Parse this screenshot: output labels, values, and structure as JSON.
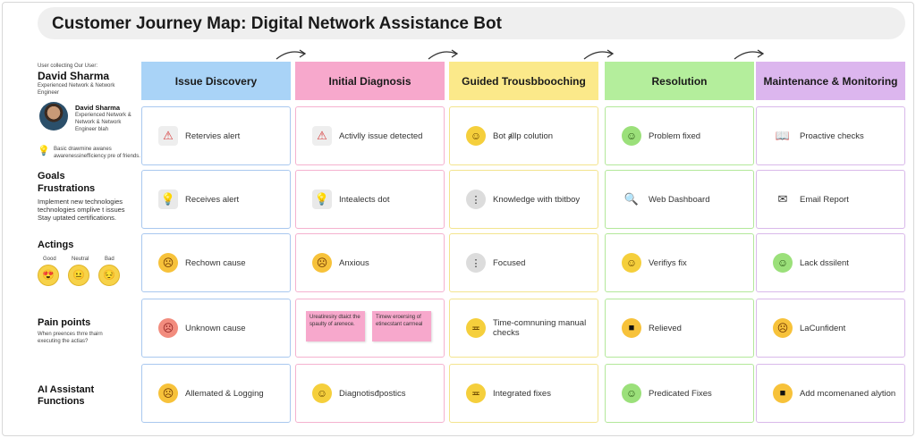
{
  "title": "Customer Journey Map: Digital Network Assistance Bot",
  "sidebar": {
    "user_caption": "User collecting Our User:",
    "user_name": "David Sharma",
    "user_role": "Experienced Network & Network Engineer",
    "profile_name": "David Sharma",
    "profile_lines": [
      "Experienced Network &",
      "Network & Network",
      "Engineer blah"
    ],
    "bulb_lines": [
      "Basic drawmine awanes",
      "awarenessinefficiency pre of friends."
    ],
    "goals_heading": "Goals",
    "frustrations_heading": "Frustrations",
    "goals_lines": [
      "Implement new technologies",
      "technologies omplive t issues",
      "Stay uptated certifications."
    ],
    "actings_heading": "Actings",
    "mood_labels": [
      "Good",
      "Neutral",
      "Bad"
    ],
    "pain_heading": "Pain points",
    "pain_sub": [
      "When preences thrre thairn",
      "executing the actias?"
    ],
    "ai_heading_1": "AI Assistant",
    "ai_heading_2": "Functions"
  },
  "stages": [
    {
      "label": "Issue Discovery",
      "bg": "#a9d3f7",
      "border": "#a9c8ef"
    },
    {
      "label": "Initial Diagnosis",
      "bg": "#f7a8cc",
      "border": "#f5b2cf"
    },
    {
      "label": "Guided Trousbbooching",
      "bg": "#fbe98a",
      "border": "#f3e48e"
    },
    {
      "label": "Resolution",
      "bg": "#b4ee9c",
      "border": "#b3e89a"
    },
    {
      "label": "Maintenance & Monitoring",
      "bg": "#dcb6ee",
      "border": "#d9b9ea"
    }
  ],
  "rows": [
    [
      {
        "icon": "warning-icon",
        "text": "Retervies alert"
      },
      {
        "icon": "warning-icon",
        "text": "Activlly issue detected"
      },
      {
        "icon": "smile-icon",
        "text": "Bot ⱥllp colution"
      },
      {
        "icon": "happy-face-icon",
        "text": "Problem fixed"
      },
      {
        "icon": "book-icon",
        "text": "Proactive checks"
      }
    ],
    [
      {
        "icon": "lightbulb-icon",
        "text": "Receives alert"
      },
      {
        "icon": "lightbulb-icon",
        "text": "Intealects dot"
      },
      {
        "icon": "neutral-face-icon",
        "text": "Knowledge with tbitboy"
      },
      {
        "icon": "dashboard-icon",
        "text": "Web Dashboard"
      },
      {
        "icon": "envelope-icon",
        "text": "Email Report"
      }
    ],
    [
      {
        "icon": "sad-face-icon",
        "text": "Rechown cause"
      },
      {
        "icon": "anxious-face-icon",
        "text": "Anxious"
      },
      {
        "icon": "neutral-face-icon",
        "text": "Focused"
      },
      {
        "icon": "smile-icon",
        "text": "Verifiys fix"
      },
      {
        "icon": "happy-face-icon",
        "text": "Lack dssilent"
      }
    ],
    [
      {
        "icon": "angry-face-icon",
        "text": "Unknown cause"
      },
      {
        "icon": "sticky-notes",
        "text": ""
      },
      {
        "icon": "tired-face-icon",
        "text": "Time-comnuning manual checks"
      },
      {
        "icon": "cool-face-icon",
        "text": "Relieved"
      },
      {
        "icon": "sad-face-icon",
        "text": "LaCunfident"
      }
    ],
    [
      {
        "icon": "frown-face-icon",
        "text": "Allemated & Logging"
      },
      {
        "icon": "smile-icon",
        "text": "Diagnotisđpostics"
      },
      {
        "icon": "tired-face-icon",
        "text": "Integrated fixes"
      },
      {
        "icon": "happy-face-icon",
        "text": "Predicated Fixes"
      },
      {
        "icon": "cool-face-icon",
        "text": "Add mcomenaned alytion"
      }
    ]
  ],
  "sticky_notes": [
    "Ureatiresiry dtaict the spaulty of arenece.",
    "Timew eroersing of etinecstant carrneal"
  ]
}
